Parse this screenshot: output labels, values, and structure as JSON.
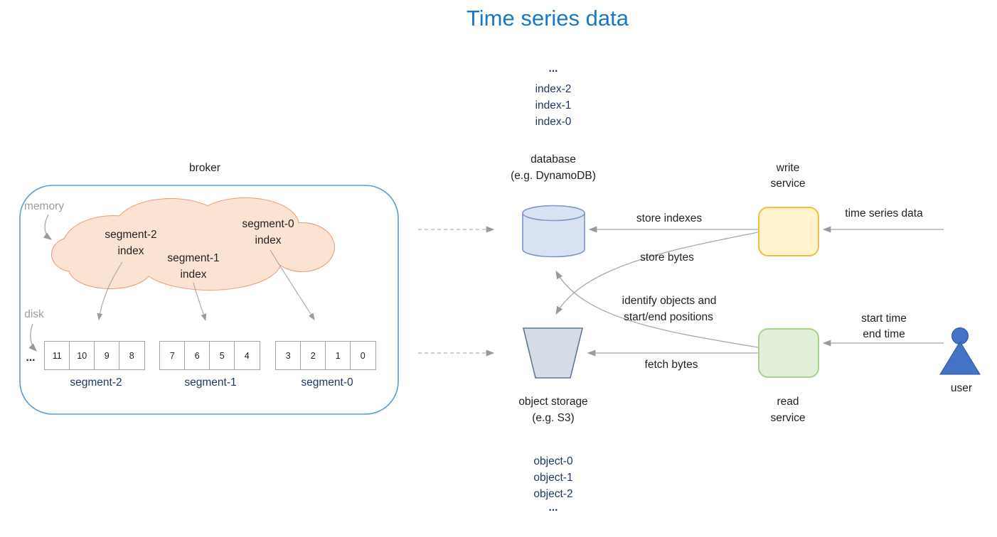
{
  "title": "Time series data",
  "colors": {
    "title_blue": "#1878C8",
    "navy_text": "#1F3864",
    "broker_border": "#5B9BD5",
    "cloud_fill": "#FBE3D4",
    "cloud_border": "#EC9C6F",
    "database_fill": "#D9E2F3",
    "database_border": "#7C96C9",
    "object_storage_fill": "#D6DCE5",
    "object_storage_border": "#62779B",
    "write_service_fill": "#FFF2CC",
    "write_service_border": "#F2BC45",
    "read_service_fill": "#E2EFDA",
    "read_service_border": "#A9D18E",
    "user_fill": "#4472C4",
    "arrow_gray": "#9a9a9a"
  },
  "broker": {
    "label": "broker",
    "memory_label": "memory",
    "disk_label": "disk",
    "disk_ellipsis": "...",
    "cloud_items": [
      {
        "line1": "segment-2",
        "line2": "index"
      },
      {
        "line1": "segment-1",
        "line2": "index"
      },
      {
        "line1": "segment-0",
        "line2": "index"
      }
    ],
    "segments": [
      {
        "label": "segment-2",
        "cells": [
          "11",
          "10",
          "9",
          "8"
        ]
      },
      {
        "label": "segment-1",
        "cells": [
          "7",
          "6",
          "5",
          "4"
        ]
      },
      {
        "label": "segment-0",
        "cells": [
          "3",
          "2",
          "1",
          "0"
        ]
      }
    ]
  },
  "database": {
    "index_stack": [
      "...",
      "index-2",
      "index-1",
      "index-0"
    ],
    "name_line1": "database",
    "name_line2": "(e.g. DynamoDB)"
  },
  "object_storage": {
    "name_line1": "object storage",
    "name_line2": "(e.g. S3)",
    "object_stack": [
      "object-0",
      "object-1",
      "object-2",
      "..."
    ]
  },
  "write_service": {
    "name_line1": "write",
    "name_line2": "service"
  },
  "read_service": {
    "name_line1": "read",
    "name_line2": "service"
  },
  "user": {
    "label": "user"
  },
  "edges": {
    "store_indexes": "store indexes",
    "store_bytes": "store bytes",
    "identify_line1": "identify objects and",
    "identify_line2": "start/end positions",
    "fetch_bytes": "fetch bytes",
    "time_series_data": "time series data",
    "start_time": "start time",
    "end_time": "end time"
  }
}
